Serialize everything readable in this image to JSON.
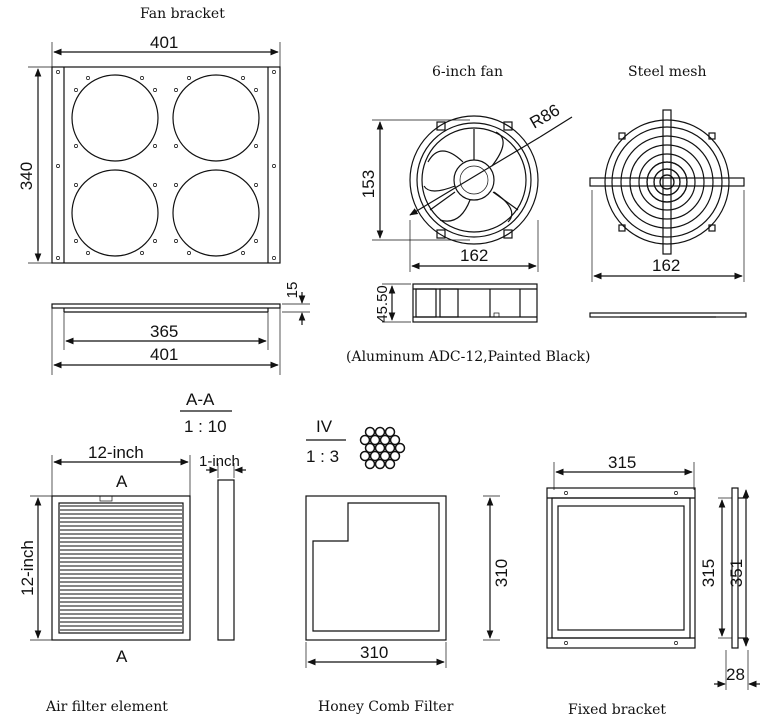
{
  "captions": {
    "fan_bracket": "Fan bracket",
    "six_inch_fan": "6-inch fan",
    "steel_mesh": "Steel mesh",
    "material_note": "(Aluminum ADC-12,Painted Black)",
    "air_filter": "Air filter element",
    "honeycomb": "Honey Comb Filter",
    "fixed_bracket": "Fixed bracket"
  },
  "fan_bracket": {
    "width_top": "401",
    "height": "340",
    "depth": "15",
    "inner_width": "365",
    "outer_width": "401"
  },
  "fan": {
    "radius": "R86",
    "height": "153",
    "width": "162",
    "depth": "45.50"
  },
  "mesh": {
    "width": "162"
  },
  "section_aa": {
    "title": "A-A",
    "scale": "1 : 10"
  },
  "air_filter": {
    "width": "12-inch",
    "height": "12-inch",
    "thickness": "1-inch",
    "mark_top": "A",
    "mark_bottom": "A"
  },
  "detail_iv": {
    "title": "IV",
    "scale": "1 : 3"
  },
  "honeycomb": {
    "height": "310",
    "width": "310"
  },
  "fixed_bracket": {
    "width": "315",
    "height": "315",
    "outer_height": "351",
    "depth": "28"
  },
  "colors": {
    "line": "#111111",
    "background": "#ffffff"
  }
}
